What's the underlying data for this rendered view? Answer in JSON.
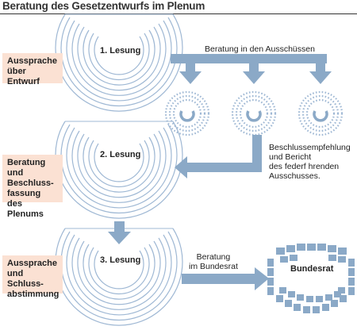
{
  "title": "Beratung des Gesetzentwurfs im Plenum",
  "stages": [
    {
      "label": "Aussprache\nüber Entwurf",
      "reading": "1. Lesung"
    },
    {
      "label": "Beratung und\nBeschluss-\nfassung\ndes Plenums",
      "reading": "2. Lesung"
    },
    {
      "label": "Aussprache\nund Schluss-\nabstimmung",
      "reading": "3. Lesung"
    }
  ],
  "committees": {
    "caption": "Beratung in den Ausschüssen",
    "recommendation": "Beschlussempfehlung\nund Bericht\ndes federf hrenden\nAusschusses."
  },
  "bundesrat": {
    "caption": "Beratung\nim Bundesrat",
    "label": "Bundesrat"
  },
  "colors": {
    "arrow": "#8ba9c7",
    "chamber_stroke": "#9fb8d4",
    "seat": "#8ba9c7",
    "label_bg": "#fbe1d3"
  }
}
